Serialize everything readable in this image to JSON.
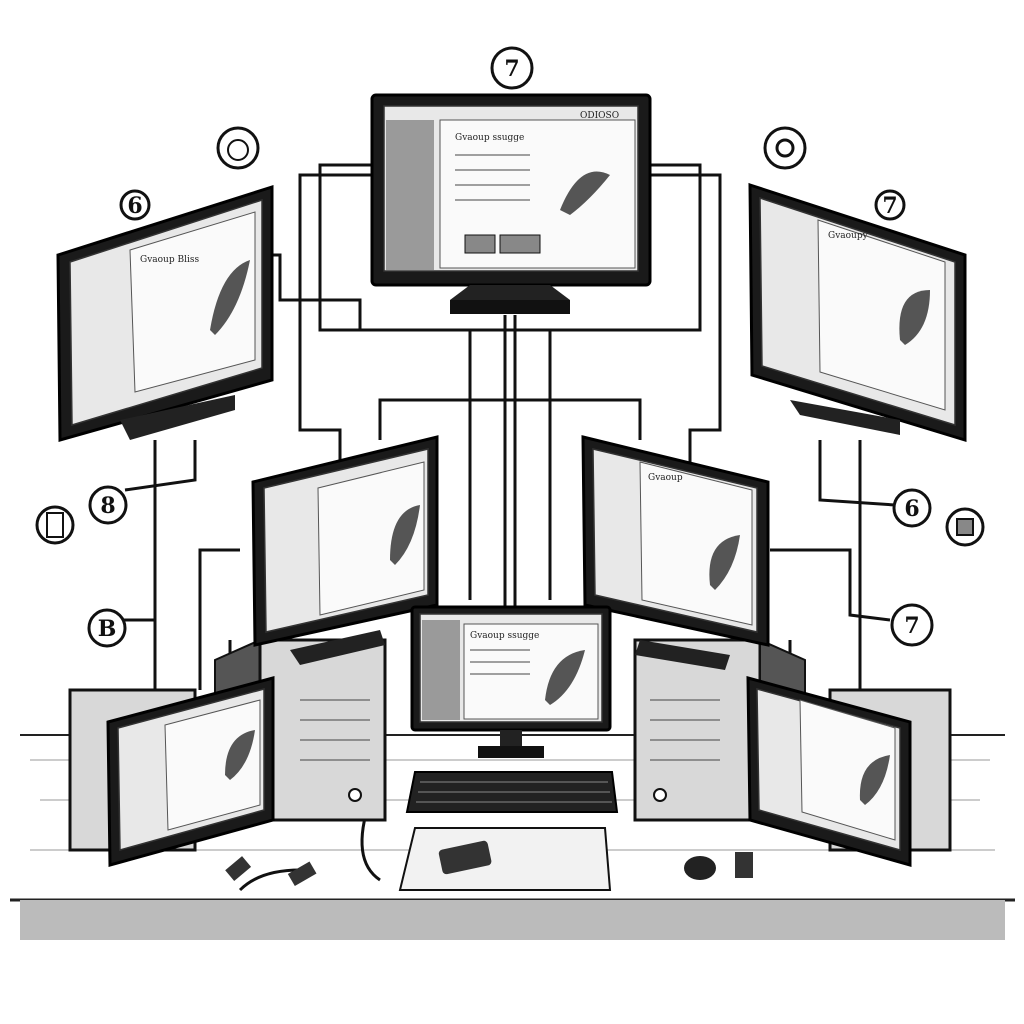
{
  "badges": {
    "top_center": "7",
    "top_left": "6",
    "top_right": "7",
    "left_upper": "8",
    "left_lower": "B",
    "right_upper": "6",
    "right_lower": "7"
  },
  "screens": {
    "top_center": {
      "title": "Gvaoup ssugge",
      "toolbar": "ODIOSO"
    },
    "top_left": {
      "title": "Gvaoup Bliss"
    },
    "top_right": {
      "title": "Gvaoupy"
    },
    "mid_left": {
      "title": ""
    },
    "mid_right": {
      "title": "Gvaoup"
    },
    "bottom_center": {
      "title": "Gvaoup ssugge"
    }
  },
  "colors": {
    "ink": "#111111",
    "paper": "#ffffff",
    "screen": "#e8e8e8"
  }
}
